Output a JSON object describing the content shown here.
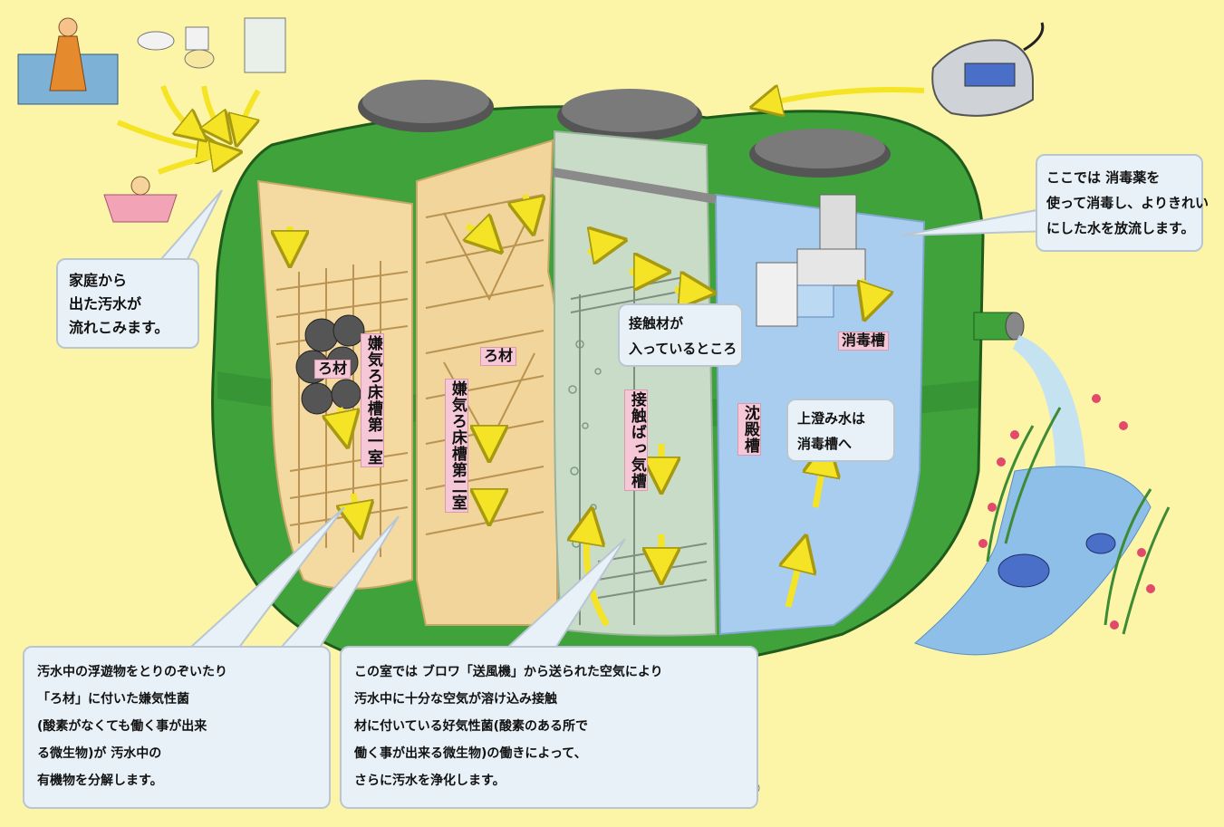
{
  "callouts": {
    "household": [
      "家庭から",
      "出た汚水が",
      "流れこみます。"
    ],
    "disinfect": [
      "ここでは 消毒薬を",
      "使って消毒し、よりきれい",
      "にした水を放流します。"
    ],
    "contact_media": [
      "接触材が",
      "入っているところ"
    ],
    "supernatant": [
      "上澄み水は",
      "消毒槽へ"
    ],
    "anaerobic": [
      "汚水中の浮遊物をとりのぞいたり",
      "「ろ材」に付いた嫌気性菌",
      "(酸素がなくても働く事が出来",
      "る微生物)が 汚水中の",
      "有機物を分解します。"
    ],
    "aeration": [
      "この室では ブロワ「送風機」から送られた空気により",
      "汚水中に十分な空気が溶け込み接触",
      "材に付いている好気性菌(酸素のある所で",
      "働く事が出来る微生物)の働きによって、",
      "さらに汚水を浄化します。"
    ]
  },
  "labels": {
    "chamber1": "嫌気ろ床槽第一室",
    "chamber2": "嫌気ろ床槽第二室",
    "filter_media_1": "ろ材",
    "filter_media_2": "ろ材",
    "aeration_tank": "接触ばっ気槽",
    "sedimentation_tank": "沈殿槽",
    "disinfection_tank": "消毒槽"
  },
  "colors": {
    "page_background": "#fcf5a8",
    "tank_green": "#3fa23a",
    "tank_green_dark": "#256e22",
    "chamber_tan": "#f4d9a0",
    "aeration_water": "#c9dcc8",
    "sedimentation_water": "#a9cdee",
    "arrow_yellow": "#f4e425",
    "callout_fill": "#e8f1f8",
    "label_pink": "#f6c7d6"
  }
}
